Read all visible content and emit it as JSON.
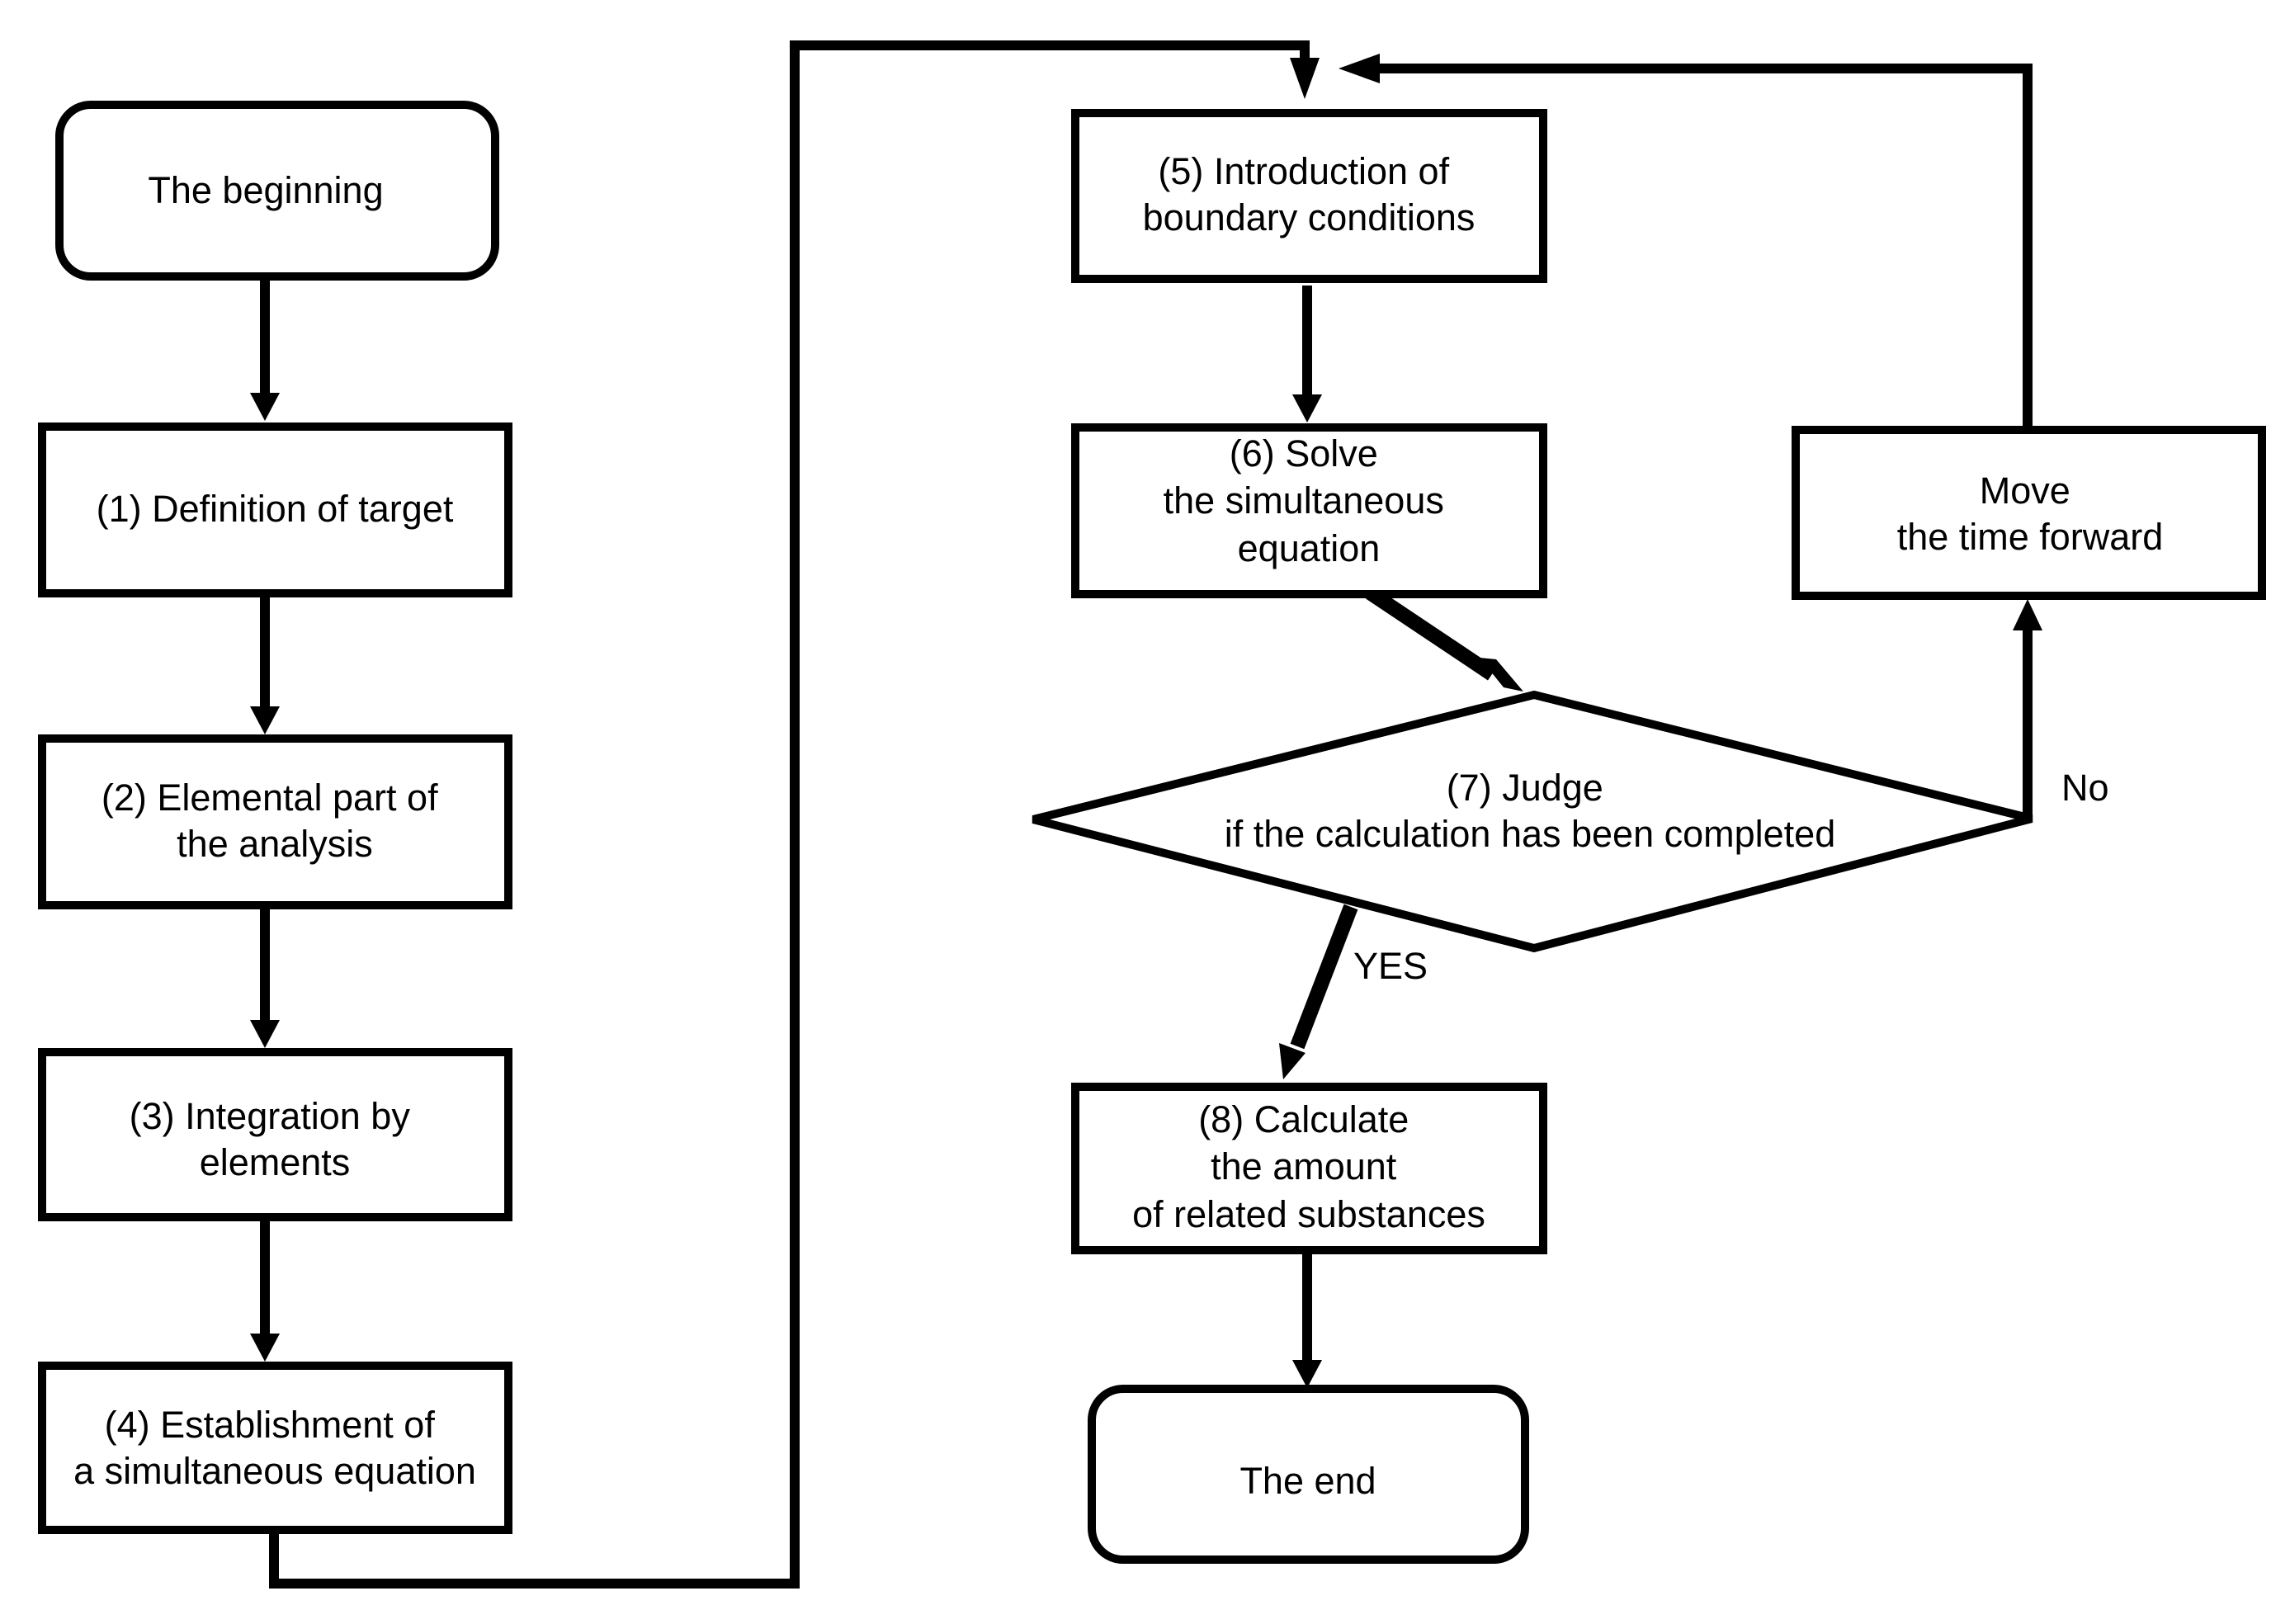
{
  "colors": {
    "background": "#ffffff",
    "stroke": "#000000",
    "text": "#000000"
  },
  "nodes": {
    "start": {
      "lines": [
        "The beginning"
      ]
    },
    "step1": {
      "lines": [
        "(1) Definition of target"
      ]
    },
    "step2": {
      "lines": [
        "(2) Elemental part of",
        "the analysis"
      ]
    },
    "step3": {
      "lines": [
        "(3) Integration by",
        "elements"
      ]
    },
    "step4": {
      "lines": [
        "(4) Establishment of",
        "a simultaneous equation"
      ]
    },
    "step5": {
      "lines": [
        "(5) Introduction of",
        "boundary conditions"
      ]
    },
    "step6": {
      "lines": [
        "(6) Solve",
        "the simultaneous",
        "equation"
      ]
    },
    "step7": {
      "lines": [
        "(7) Judge",
        "if the calculation has been completed"
      ]
    },
    "step8": {
      "lines": [
        "(8) Calculate",
        "the amount",
        "of related substances"
      ]
    },
    "move": {
      "lines": [
        "Move",
        "the time forward"
      ]
    },
    "end": {
      "lines": [
        "The end"
      ]
    }
  },
  "edges": {
    "yes_label": "YES",
    "no_label": "No"
  }
}
